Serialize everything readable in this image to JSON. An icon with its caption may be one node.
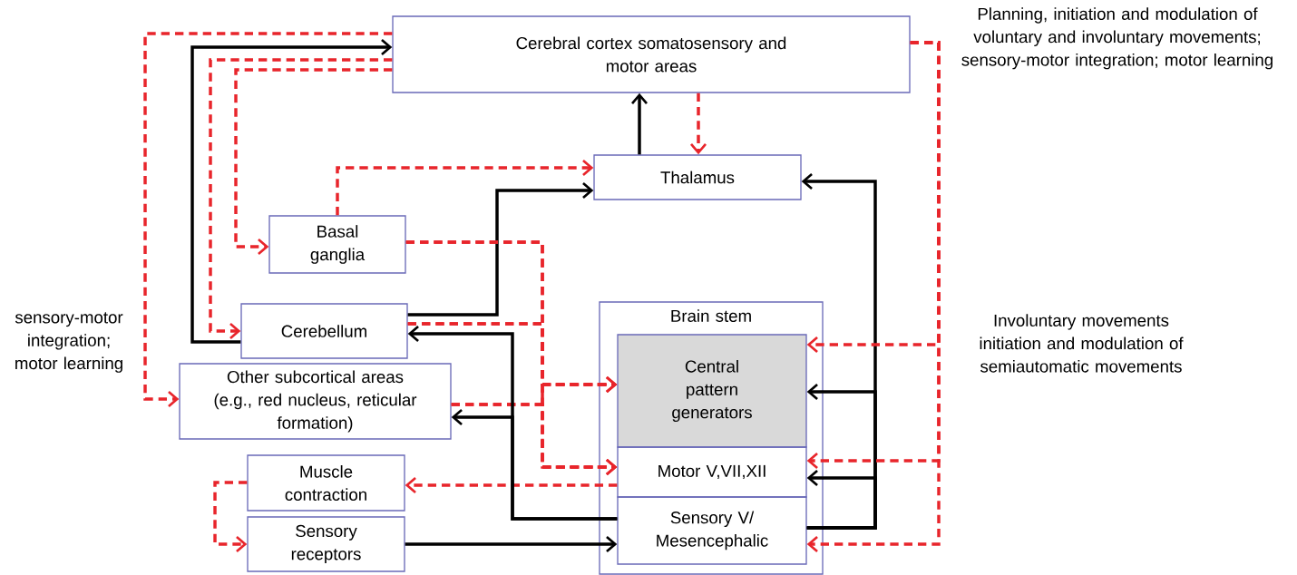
{
  "diagram": {
    "nodes": [
      {
        "text": [
          "Cerebral cortex somatosensory and motor areas"
        ]
      },
      {
        "text": [
          "Thalamus"
        ]
      },
      {
        "text": [
          "Basal ganglia"
        ]
      },
      {
        "text": [
          "Cerebellum"
        ]
      },
      {
        "text": [
          "Other subcortical areas (e.g., red nucleus, reticular formation)"
        ]
      },
      {
        "text": [
          "Brain stem"
        ]
      },
      {
        "text": [
          "Central pattern generators"
        ],
        "in": 5
      },
      {
        "text": [
          "Motor V,VII,XII"
        ],
        "in": 5
      },
      {
        "text": [
          "Sensory V/ Mesencephalic"
        ],
        "in": 5
      },
      {
        "text": [
          "Muscle contraction"
        ]
      },
      {
        "text": [
          "Sensory receptors"
        ]
      }
    ],
    "edges": [
      {
        "from": 0,
        "to": 1,
        "arrow": "to",
        "style": "dashed"
      },
      {
        "from": 1,
        "to": 0,
        "arrow": "to",
        "color": "#000000"
      },
      {
        "from": 3,
        "to": 0,
        "arrow": "to",
        "color": "#000000"
      },
      {
        "from": 0,
        "to": 4,
        "arrow": "to",
        "style": "dashed"
      },
      {
        "from": 0,
        "to": 3,
        "arrow": "to",
        "style": "dashed"
      },
      {
        "from": 0,
        "to": 2,
        "arrow": "to",
        "style": "dashed"
      },
      {
        "from": 2,
        "to": 1,
        "arrow": "to",
        "style": "dashed"
      },
      {
        "from": 3,
        "to": 1,
        "arrow": "to",
        "color": "#000000"
      },
      {
        "from": 2,
        "to": 6,
        "arrow": "to",
        "style": "dashed"
      },
      {
        "from": 2,
        "to": 7,
        "arrow": "to",
        "style": "dashed"
      },
      {
        "from": 3,
        "to": 6,
        "arrow": "to",
        "style": "dashed"
      },
      {
        "from": 3,
        "to": 7,
        "arrow": "to",
        "style": "dashed"
      },
      {
        "from": 4,
        "to": 6,
        "arrow": "to",
        "style": "dashed"
      },
      {
        "from": 4,
        "to": 7,
        "arrow": "to",
        "style": "dashed"
      },
      {
        "from": 7,
        "to": 9,
        "arrow": "to",
        "style": "dashed"
      },
      {
        "from": 9,
        "to": 10,
        "arrow": "to",
        "style": "dashed"
      },
      {
        "from": 10,
        "to": 8,
        "arrow": "to",
        "color": "#000000"
      },
      {
        "from": 8,
        "to": 3,
        "arrow": "to",
        "color": "#000000"
      },
      {
        "from": 8,
        "to": 4,
        "arrow": "to",
        "color": "#000000"
      },
      {
        "from": 8,
        "to": 1,
        "arrow": "to",
        "color": "#000000"
      },
      {
        "from": 8,
        "to": 6,
        "arrow": "to",
        "color": "#000000"
      },
      {
        "from": 8,
        "to": 7,
        "arrow": "to",
        "color": "#000000"
      },
      {
        "from": 0,
        "to": 6,
        "arrow": "to",
        "style": "dashed"
      },
      {
        "from": 0,
        "to": 7,
        "arrow": "to",
        "style": "dashed"
      },
      {
        "from": 0,
        "to": 8,
        "arrow": "to",
        "style": "dashed"
      }
    ],
    "labels": [
      "Planning, initiation and modulation of voluntary and involuntary movements; sensory-motor integration; motor learning",
      "sensory-motor integration; motor learning",
      "Involuntary movements initiation and modulation of semiautomatic movements"
    ]
  }
}
